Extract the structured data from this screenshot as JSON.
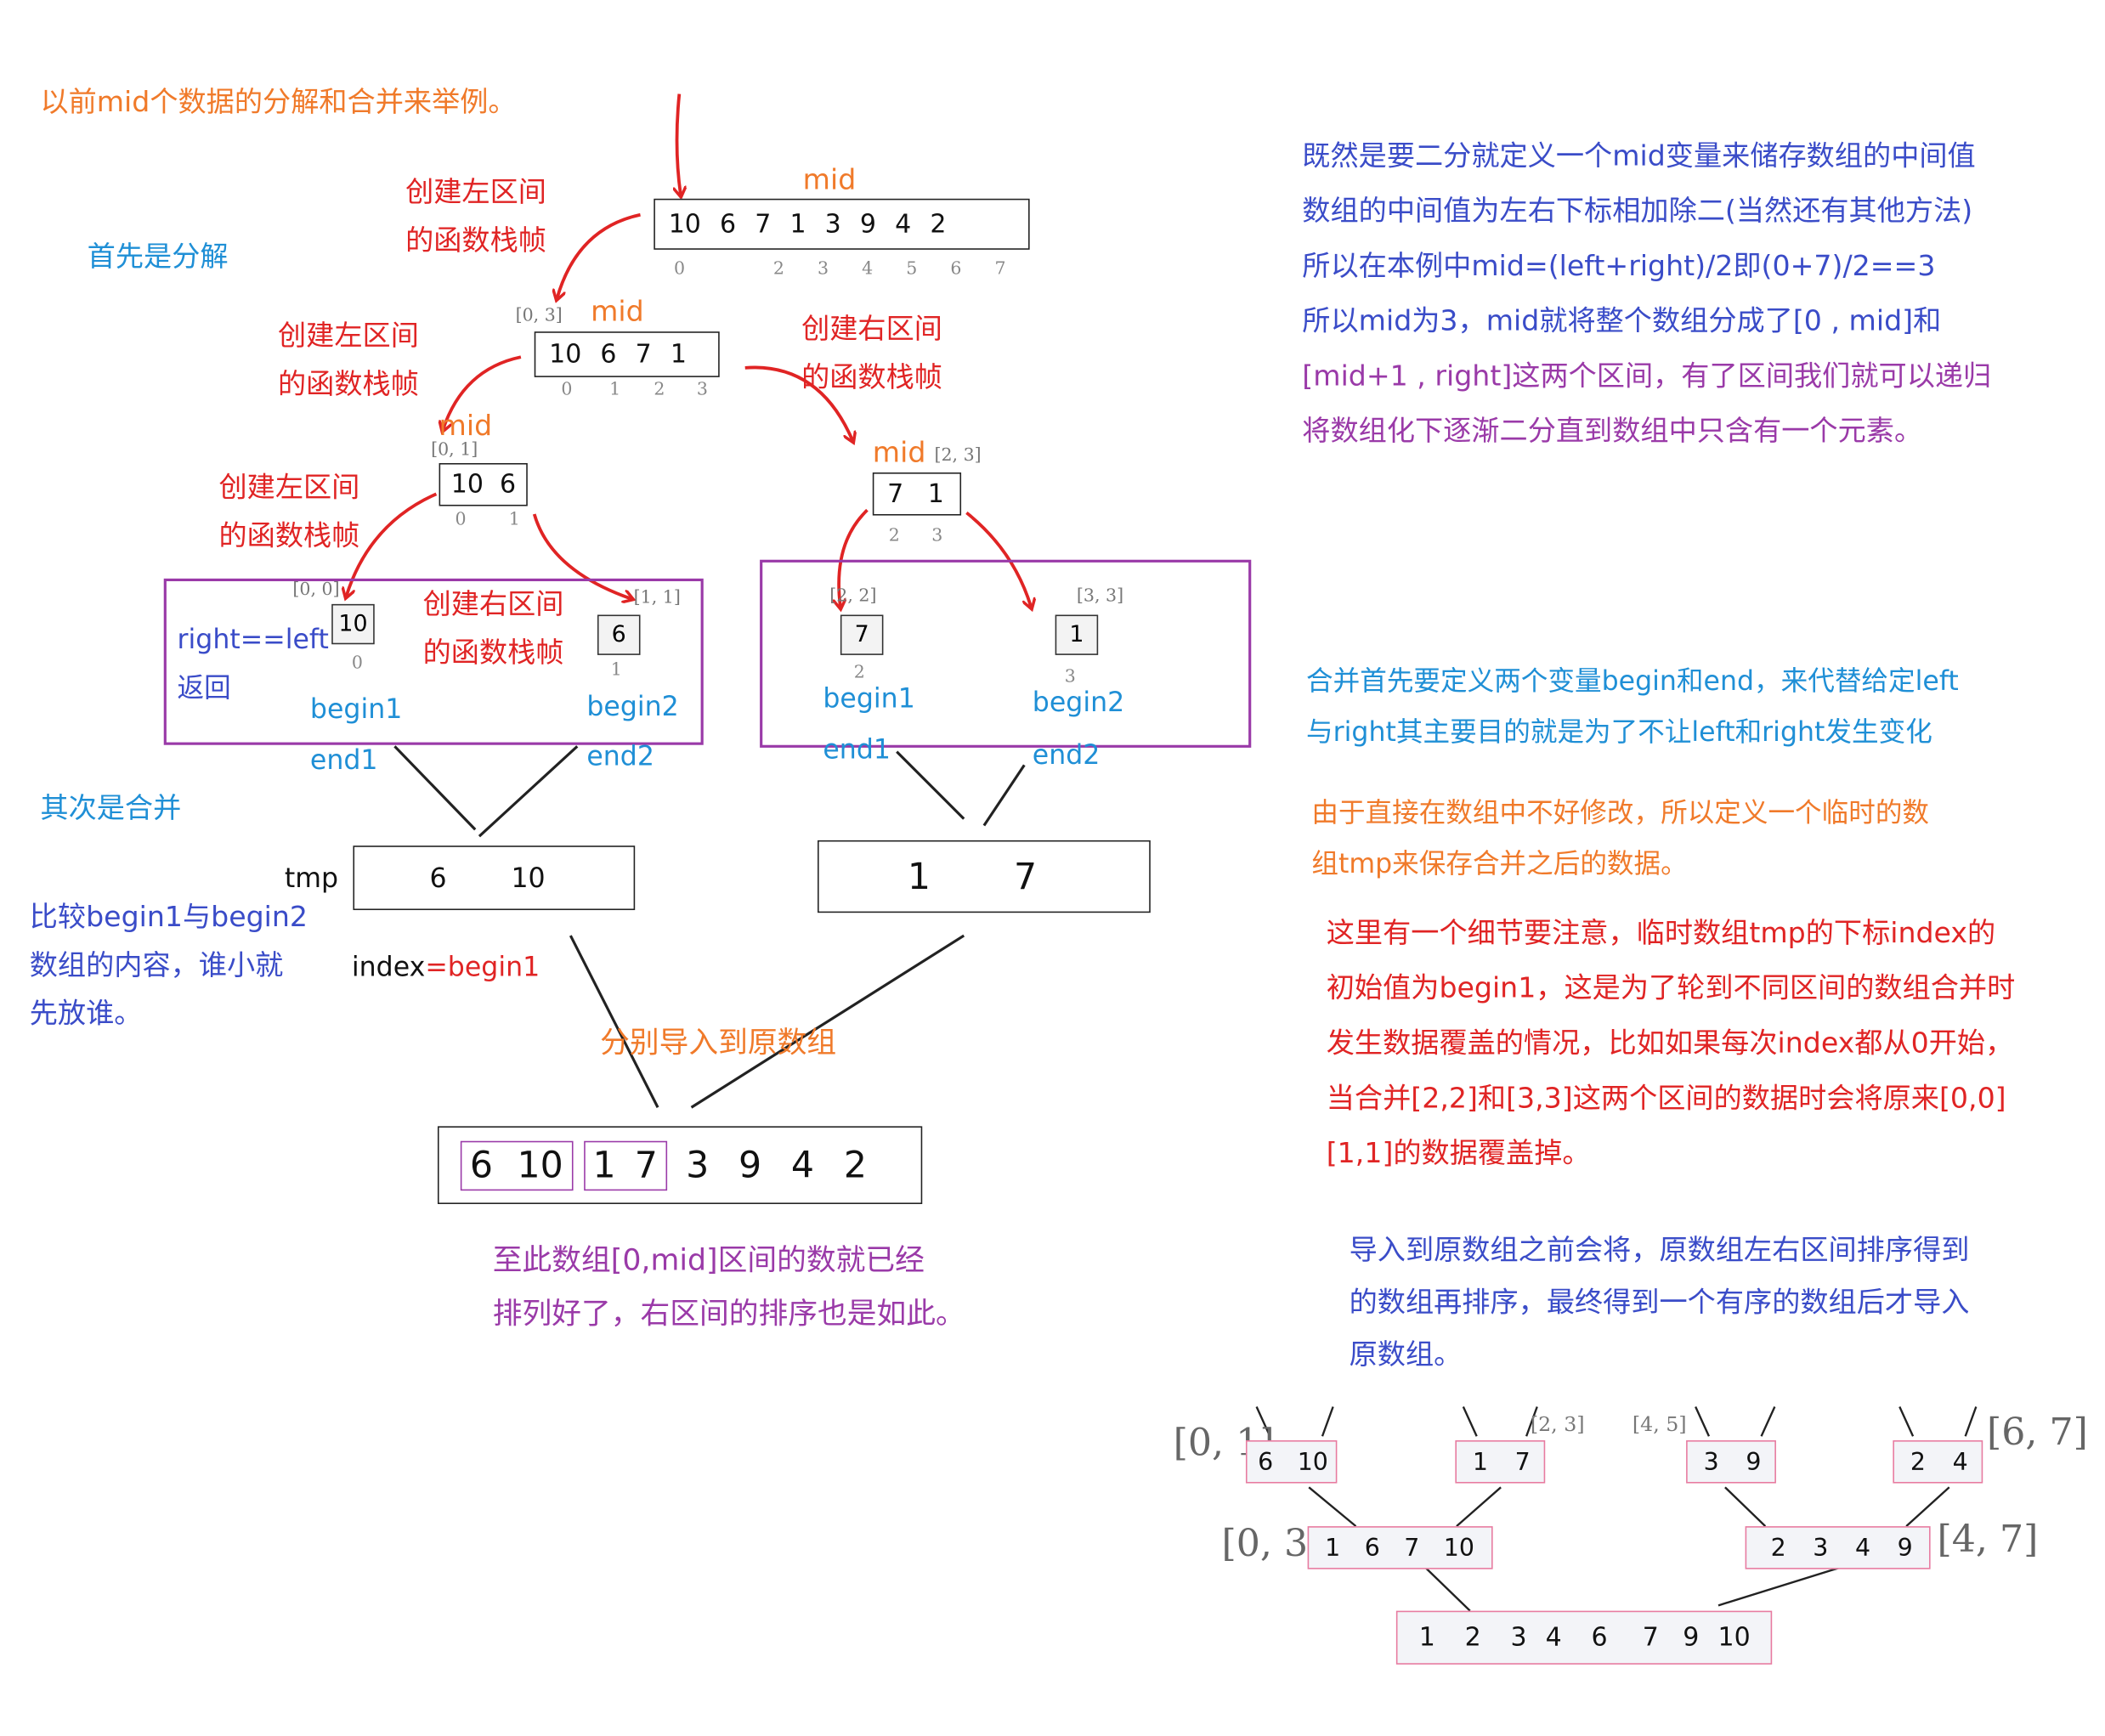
{
  "notes": {
    "example_intro": "以前mid个数据的分解和合并来举例。",
    "first_decompose": "首先是分解",
    "then_merge": "其次是合并",
    "compare": [
      "比较begin1与begin2",
      "数组的内容，谁小就",
      "先放谁。"
    ],
    "import_back": "分别导入到原数组",
    "done": [
      "至此数组[0,mid]区间的数就已经",
      "排列好了，右区间的排序也是如此。"
    ]
  },
  "frame_labels": {
    "left_a": [
      "创建左区间",
      "的函数栈帧"
    ],
    "left_b": [
      "创建左区间",
      "的函数栈帧"
    ],
    "left_c": [
      "创建左区间",
      "的函数栈帧"
    ],
    "right_a": [
      "创建右区间",
      "的函数栈帧"
    ],
    "right_b": [
      "创建右区间",
      "的函数栈帧"
    ]
  },
  "mid_label": "mid",
  "array_full": {
    "values": [
      "10",
      "6",
      "7",
      "1",
      "3",
      "9",
      "4",
      "2"
    ],
    "indices": [
      "0",
      "",
      "2",
      "3",
      "4",
      "5",
      "6",
      "7"
    ]
  },
  "array_0_3": {
    "range": "[0, 3]",
    "values": [
      "10",
      "6",
      "7",
      "1"
    ],
    "indices": [
      "0",
      "1",
      "2",
      "3"
    ]
  },
  "array_0_1": {
    "range": "[0, 1]",
    "values": [
      "10",
      "6"
    ],
    "indices": [
      "0",
      "1"
    ]
  },
  "array_2_3": {
    "range": "[2, 3]",
    "values": [
      "7",
      "1"
    ],
    "indices": [
      "2",
      "3"
    ]
  },
  "leaves": {
    "l00": {
      "range": "[0, 0]",
      "value": "10",
      "index": "0"
    },
    "l11": {
      "range": "[1, 1]",
      "value": "6",
      "index": "1"
    },
    "l22": {
      "range": "[2, 2]",
      "value": "7",
      "index": "2"
    },
    "l33": {
      "range": "[3, 3]",
      "value": "1",
      "index": "3"
    }
  },
  "base_case": [
    "right==left",
    "返回"
  ],
  "pointers": {
    "begin1": "begin1",
    "begin2": "begin2",
    "end1": "end1",
    "end2": "end2"
  },
  "tmp": {
    "label": "tmp",
    "left_values": [
      "6",
      "10"
    ],
    "right_values": [
      "1",
      "7"
    ]
  },
  "index_label": {
    "name": "index",
    "value": "=begin1"
  },
  "merged_array": {
    "values": [
      "6",
      "10",
      "1",
      "7",
      "3",
      "9",
      "4",
      "2"
    ]
  },
  "explanations": {
    "mid_def": [
      "既然是要二分就定义一个mid变量来储存数组的中间值",
      "数组的中间值为左右下标相加除二(当然还有其他方法)",
      "所以在本例中mid=(left+right)/2即(0+7)/2==3",
      "所以mid为3，mid就将整个数组分成了[0 , mid]和",
      "[mid+1 , right]这两个区间，有了区间我们就可以递归",
      "将数组化下逐渐二分直到数组中只含有一个元素。"
    ],
    "begin_end": [
      "合并首先要定义两个变量begin和end，来代替给定left",
      "与right其主要目的就是为了不让left和right发生变化"
    ],
    "tmp_def": [
      "由于直接在数组中不好修改，所以定义一个临时的数",
      "组tmp来保存合并之后的数据。"
    ],
    "index_note": [
      "这里有一个细节要注意，临时数组tmp的下标index的",
      "初始值为begin1，这是为了轮到不同区间的数组合并时",
      "发生数据覆盖的情况，比如如果每次index都从0开始，",
      "当合并[2,2]和[3,3]这两个区间的数据时会将原来[0,0]",
      "[1,1]的数据覆盖掉。"
    ],
    "final_note": [
      "导入到原数组之前会将，原数组左右区间排序得到",
      "的数组再排序，最终得到一个有序的数组后才导入",
      "原数组。"
    ]
  },
  "bottom_tree": {
    "level1": [
      {
        "range": "[0, 1]",
        "values": [
          "6",
          "10"
        ]
      },
      {
        "range": "[2, 3]",
        "values": [
          "1",
          "7"
        ]
      },
      {
        "range": "[4, 5]",
        "values": [
          "3",
          "9"
        ]
      },
      {
        "range": "[6, 7]",
        "values": [
          "2",
          "4"
        ]
      }
    ],
    "level2": [
      {
        "range": "[0, 3]",
        "values": [
          "1",
          "6",
          "7",
          "10"
        ]
      },
      {
        "range": "[4, 7]",
        "values": [
          "2",
          "3",
          "4",
          "9"
        ]
      }
    ],
    "level3": {
      "values": [
        "1",
        "2",
        "3",
        "4",
        "6",
        "7",
        "9",
        "10"
      ]
    }
  }
}
